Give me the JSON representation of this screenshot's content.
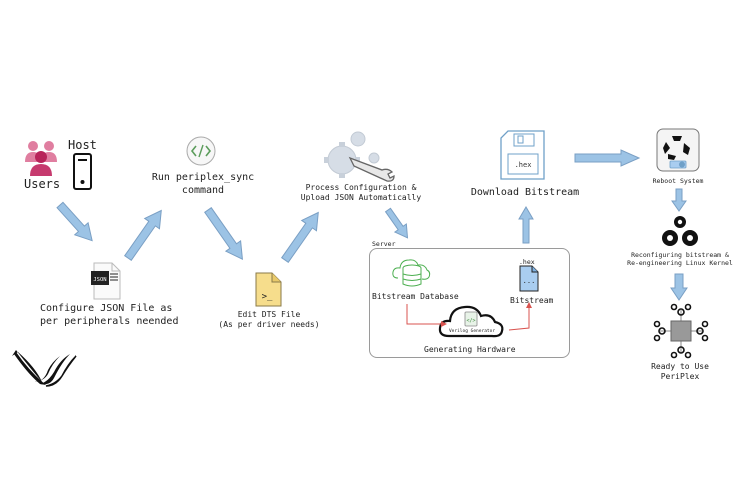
{
  "colors": {
    "arrow_fill": "#9cc3e5",
    "arrow_stroke": "#7a9fc4",
    "red_arrow": "#d9534f",
    "users_pink": "#d64f7e",
    "users_dark": "#b8245a",
    "db_green": "#4caf50",
    "dts_yellow": "#f6dd8c"
  },
  "nodes": {
    "users": {
      "label": "Users",
      "icon": "users-icon"
    },
    "host": {
      "label": "Host",
      "icon": "host-computer-icon"
    },
    "run_sync": {
      "label_line1": "Run periplex_sync",
      "label_line2": "command",
      "icon": "code-icon"
    },
    "configure_json": {
      "label_line1": "Configure JSON File as",
      "label_line2": "per peripherals neended",
      "icon": "json-file-icon",
      "icon_text": "JSON"
    },
    "edit_dts": {
      "label_line1": "Edit DTS File",
      "label_line2": "(As per driver needs)",
      "icon": "terminal-file-icon",
      "icon_text": ">_"
    },
    "process_config": {
      "label_line1": "Process Configuration &",
      "label_line2": "Upload JSON Automatically",
      "icon": "gears-wrench-icon"
    },
    "download_bitstream": {
      "label": "Download Bitstream",
      "icon": "floppy-disk-icon",
      "icon_text": ".hex"
    },
    "reboot": {
      "label": "Reboot System",
      "icon": "recycle-icon"
    },
    "reconfigure": {
      "label_line1": "Reconfiguring bitstream &",
      "label_line2": "Re-engineering Linux Kernel",
      "icon": "gears-icon"
    },
    "ready": {
      "label_line1": "Ready to Use",
      "label_line2": "PeriPlex",
      "icon": "chip-icon"
    }
  },
  "server": {
    "title": "Server",
    "database": {
      "label": "Bitstream Database",
      "icon": "cloud-database-icon"
    },
    "generator": {
      "label": "Generating Hardware",
      "inner_label": "Verilog Generator",
      "icon": "cloud-code-icon"
    },
    "bitstream": {
      "label": "Bitstream",
      "file_ext": ".hex",
      "icon": "hex-file-icon"
    }
  },
  "logo": {
    "icon": "periplex-logo-icon"
  }
}
